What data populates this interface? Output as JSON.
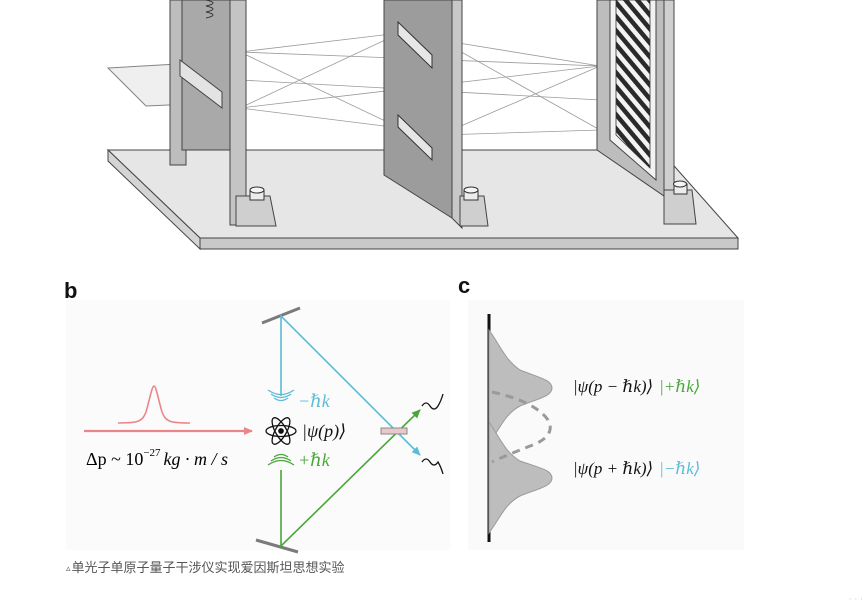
{
  "panels": {
    "b": "b",
    "c": "c"
  },
  "panel_b": {
    "momentum_expr_prefix": "Δp ~ 10",
    "momentum_exponent": "−27",
    "momentum_units": "kg · m / s",
    "label_minus_hbar_k": "−ℏk",
    "label_plus_hbar_k": "+ℏk",
    "state_label": "|ψ(p)⟩",
    "colors": {
      "pulse": "#e8868a",
      "cyan": "#5bbcd6",
      "green": "#4aa63a",
      "mirror": "#7a7a7a"
    }
  },
  "panel_c": {
    "upper_state": "|ψ(p − ℏk)⟩",
    "upper_ket": "|+ℏk⟩",
    "lower_state": "|ψ(p + ℏk)⟩",
    "lower_ket": "|−ℏk⟩"
  },
  "caption": {
    "text": "单光子单原子量子干涉仪实现爱因斯坦思想实验"
  },
  "icons": [
    "atom-icon",
    "wave-emission-icon",
    "photon-wiggle-icon",
    "triangle-marker-icon"
  ]
}
